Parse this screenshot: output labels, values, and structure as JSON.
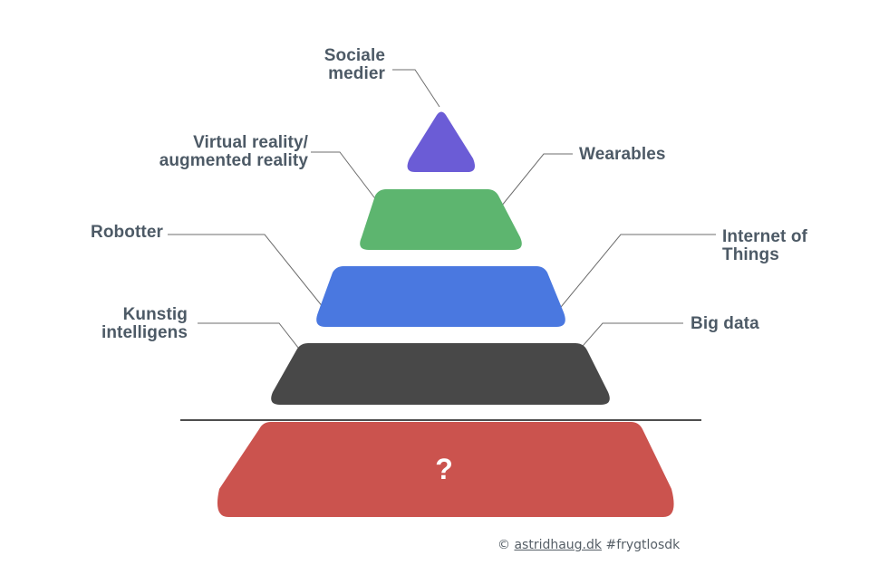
{
  "diagram": {
    "layers": [
      {
        "id": "layer-sociale-medier",
        "color": "#6b5cd6"
      },
      {
        "id": "layer-virtual-wearables",
        "color": "#5db56f"
      },
      {
        "id": "layer-robotter-iot",
        "color": "#4a78e0"
      },
      {
        "id": "layer-ai-bigdata",
        "color": "#484848"
      },
      {
        "id": "layer-unknown",
        "color": "#cb534e"
      }
    ],
    "divider_color": "#4d4d4d",
    "leader_color": "#6e6e6e",
    "labels": {
      "sociale_medier": "Sociale\nmedier",
      "virtual_reality": "Virtual reality/\naugmented reality",
      "wearables": "Wearables",
      "robotter": "Robotter",
      "internet_of_things": "Internet of\nThings",
      "kunstig_intelligens": "Kunstig\nintelligens",
      "big_data": "Big data"
    },
    "unknown_symbol": "?"
  },
  "credit": {
    "prefix": "©",
    "site": "astridhaug.dk",
    "hashtag": "#frygtlosdk"
  }
}
